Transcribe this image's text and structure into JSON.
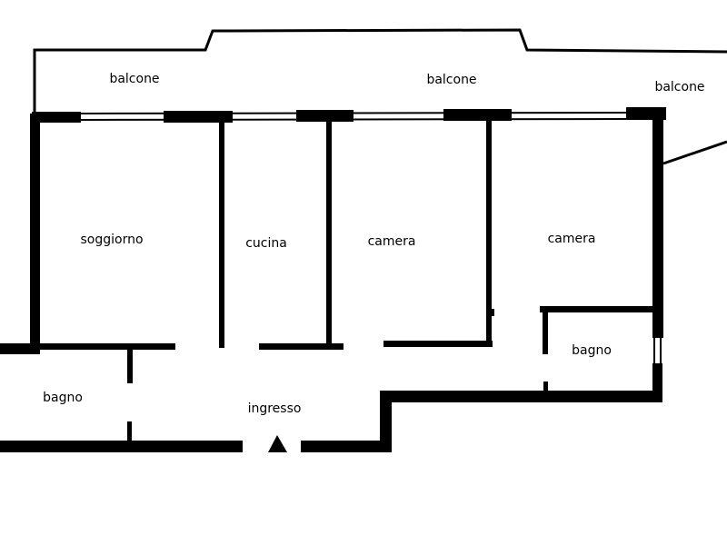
{
  "plan": {
    "wall_color": "#000000",
    "background": "#ffffff",
    "rooms": {
      "balcone_left": "balcone",
      "balcone_center": "balcone",
      "balcone_right": "balcone",
      "soggiorno": "soggiorno",
      "cucina": "cucina",
      "camera_1": "camera",
      "camera_2": "camera",
      "bagno_right": "bagno",
      "bagno_left": "bagno",
      "ingresso": "ingresso"
    },
    "entrance_marker": "triangle-up"
  }
}
